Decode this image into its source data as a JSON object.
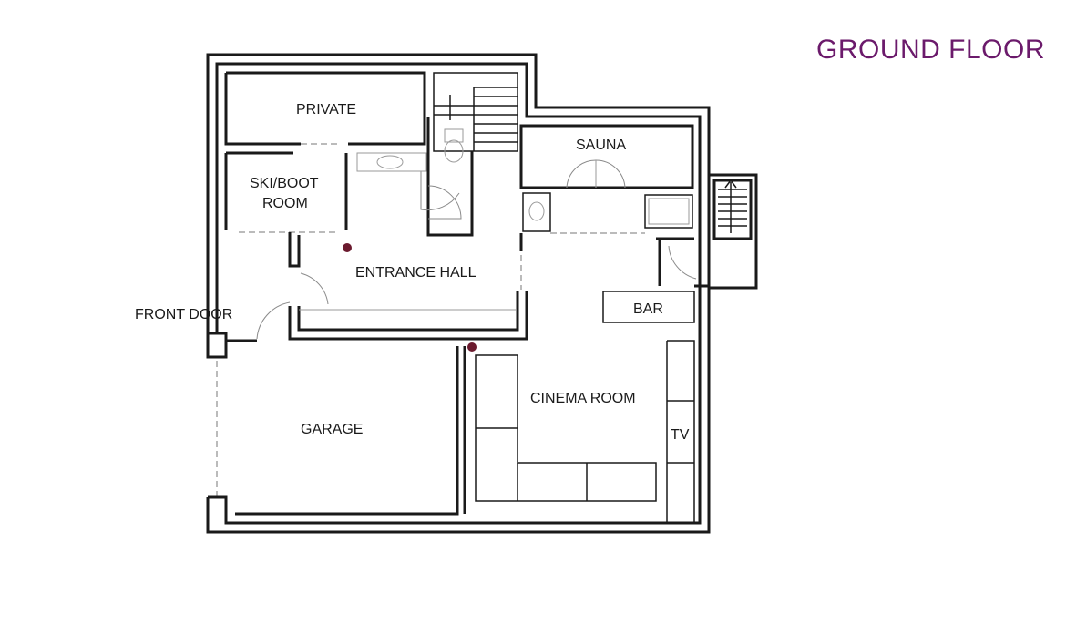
{
  "title": "GROUND FLOOR",
  "colors": {
    "title": "#6b1a6b",
    "walls": "#1a1a1a",
    "marker": "#6b1a2e"
  },
  "rooms": {
    "private": "PRIVATE",
    "ski_boot_line1": "SKI/BOOT",
    "ski_boot_line2": "ROOM",
    "entrance_hall": "ENTRANCE HALL",
    "sauna": "SAUNA",
    "front_door": "FRONT DOOR",
    "bar": "BAR",
    "cinema_room": "CINEMA ROOM",
    "tv": "TV",
    "garage": "GARAGE"
  }
}
